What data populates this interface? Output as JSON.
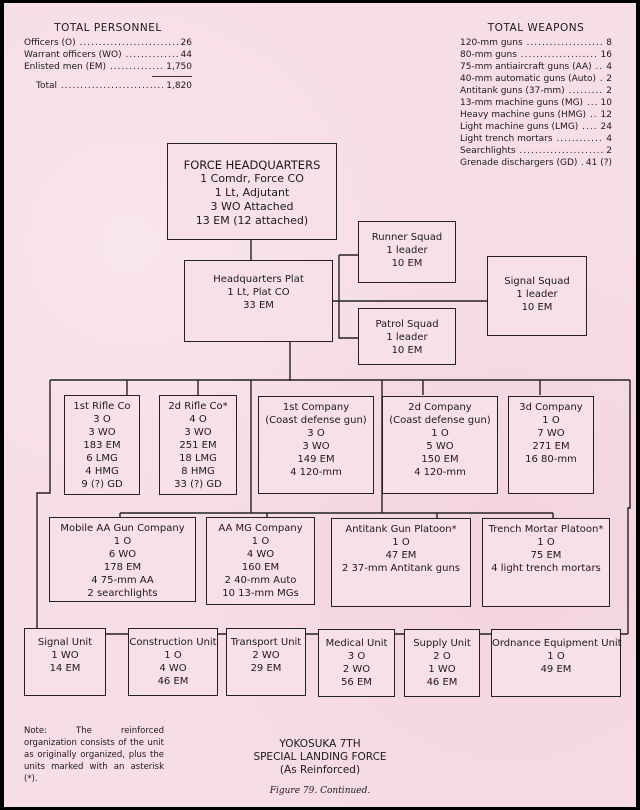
{
  "total_personnel": {
    "heading": "TOTAL PERSONNEL",
    "rows": [
      {
        "label": "Officers (O)",
        "value": "26"
      },
      {
        "label": "Warrant officers (WO)",
        "value": "44"
      },
      {
        "label": "Enlisted men (EM)",
        "value": "1,750"
      }
    ],
    "total": {
      "label": "Total",
      "value": "1,820"
    }
  },
  "total_weapons": {
    "heading": "TOTAL WEAPONS",
    "rows": [
      {
        "label": "120-mm guns",
        "value": "8"
      },
      {
        "label": "80-mm guns",
        "value": "16"
      },
      {
        "label": "75-mm antiaircraft guns (AA)",
        "value": "4"
      },
      {
        "label": "40-mm automatic guns (Auto)",
        "value": "2"
      },
      {
        "label": "Antitank guns (37-mm)",
        "value": "2"
      },
      {
        "label": "13-mm machine guns (MG)",
        "value": "10"
      },
      {
        "label": "Heavy machine guns (HMG)",
        "value": "12"
      },
      {
        "label": "Light machine guns (LMG)",
        "value": "24"
      },
      {
        "label": "Light trench mortars",
        "value": "4"
      },
      {
        "label": "Searchlights",
        "value": "2"
      },
      {
        "label": "Grenade dischargers (GD)",
        "value": "41 (?)"
      }
    ]
  },
  "units": {
    "force_hq": {
      "title": "FORCE HEADQUARTERS",
      "lines": [
        "1 Comdr, Force CO",
        "1 Lt, Adjutant",
        "3 WO Attached",
        "13 EM (12 attached)"
      ]
    },
    "hq_plat": {
      "title": "Headquarters Plat",
      "lines": [
        "1 Lt, Plat CO",
        "33 EM"
      ]
    },
    "runner_squad": {
      "title": "Runner Squad",
      "lines": [
        "1 leader",
        "10 EM"
      ]
    },
    "patrol_squad": {
      "title": "Patrol Squad",
      "lines": [
        "1 leader",
        "10 EM"
      ]
    },
    "signal_squad": {
      "title": "Signal Squad",
      "lines": [
        "1 leader",
        "10 EM"
      ]
    },
    "rifle_co_1": {
      "title": "1st Rifle Co",
      "lines": [
        "3 O",
        "3 WO",
        "183 EM",
        "6 LMG",
        "4 HMG",
        "9 (?) GD"
      ]
    },
    "rifle_co_2": {
      "title": "2d Rifle Co*",
      "lines": [
        "4 O",
        "3 WO",
        "251 EM",
        "18 LMG",
        "8 HMG",
        "33 (?) GD"
      ]
    },
    "company_1": {
      "title": "1st Company",
      "lines": [
        "(Coast defense gun)",
        "3 O",
        "3 WO",
        "149 EM",
        "4 120-mm"
      ]
    },
    "company_2": {
      "title": "2d Company",
      "lines": [
        "(Coast defense gun)",
        "1 O",
        "5 WO",
        "150 EM",
        "4 120-mm"
      ]
    },
    "company_3": {
      "title": "3d Company",
      "lines": [
        "1 O",
        "7 WO",
        "271 EM",
        "16 80-mm"
      ]
    },
    "mobile_aa": {
      "title": "Mobile AA Gun Company",
      "lines": [
        "1 O",
        "6 WO",
        "178 EM",
        "4 75-mm AA",
        "2 searchlights"
      ]
    },
    "aa_mg": {
      "title": "AA MG Company",
      "lines": [
        "1 O",
        "4 WO",
        "160 EM",
        "2 40-mm Auto",
        "10 13-mm MGs"
      ]
    },
    "antitank": {
      "title": "Antitank Gun Platoon*",
      "lines": [
        "1 O",
        "47 EM",
        "2 37-mm Antitank guns"
      ]
    },
    "trench_mortar": {
      "title": "Trench Mortar Platoon*",
      "lines": [
        "1 O",
        "75 EM",
        "4 light trench mortars"
      ]
    },
    "signal_unit": {
      "title": "Signal Unit",
      "lines": [
        "1 WO",
        "14 EM"
      ]
    },
    "construction_unit": {
      "title": "Construction Unit",
      "lines": [
        "1 O",
        "4 WO",
        "46 EM"
      ]
    },
    "transport_unit": {
      "title": "Transport Unit",
      "lines": [
        "2 WO",
        "29 EM"
      ]
    },
    "medical_unit": {
      "title": "Medical Unit",
      "lines": [
        "3 O",
        "2 WO",
        "56 EM"
      ]
    },
    "supply_unit": {
      "title": "Supply Unit",
      "lines": [
        "2 O",
        "1 WO",
        "46 EM"
      ]
    },
    "ordnance_unit": {
      "title": "Ordnance Equipment Unit",
      "lines": [
        "1 O",
        "49 EM"
      ]
    }
  },
  "note": "Note: The reinforced organization consists of the unit as originally organized, plus the units marked with an asterisk (*).",
  "caption": {
    "line1": "YOKOSUKA 7TH",
    "line2": "SPECIAL LANDING FORCE",
    "line3": "(As Reinforced)"
  },
  "figure": "Figure 79. Continued."
}
